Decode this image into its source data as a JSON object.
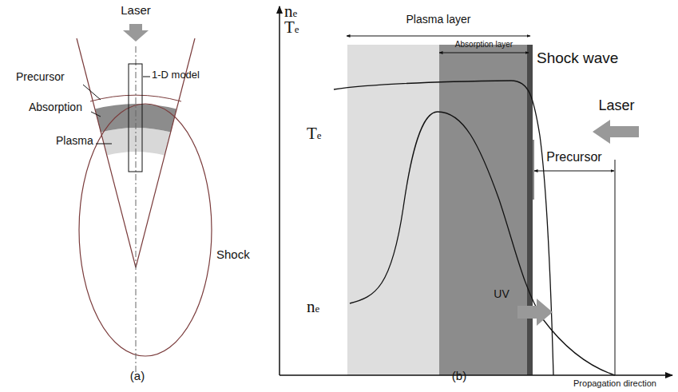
{
  "diagram": {
    "labels": [
      "Laser",
      "Precursor",
      "1-D model",
      "Absorption",
      "Plasma",
      "Shock",
      "(a)",
      "ne",
      "Te",
      "Plasma layer",
      "Absorption layer",
      "Shock wave",
      "Te",
      "ne",
      "Laser",
      "Precursor",
      "UV",
      "Propagation direction",
      "(b)"
    ]
  }
}
